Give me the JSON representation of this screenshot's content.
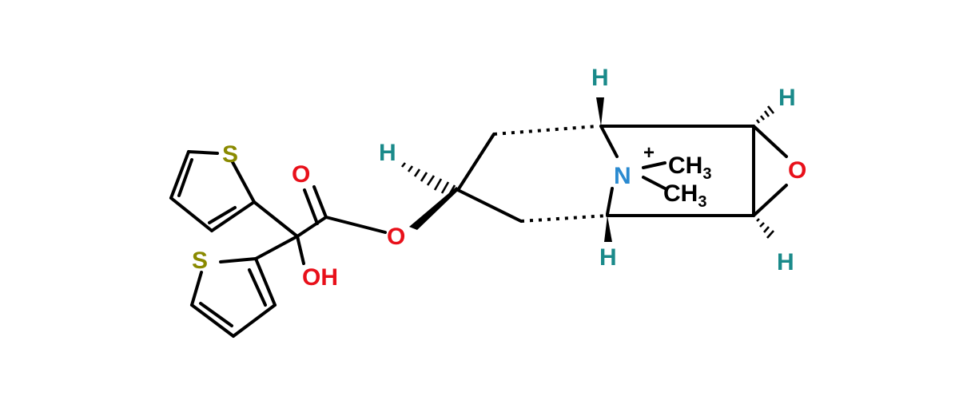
{
  "molecule": {
    "atoms": {
      "S_top": "S",
      "S_bottom": "S",
      "O_carbonyl": "O",
      "OH": "OH",
      "O_ester": "O",
      "O_epoxide": "O",
      "N": "N",
      "N_charge": "+",
      "CH3_a": "CH",
      "CH3_a_sub": "3",
      "CH3_b": "CH",
      "CH3_b_sub": "3",
      "H_c3": "H",
      "H_bridgehead_top": "H",
      "H_bridgehead_bottom": "H",
      "H_epox_top": "H",
      "H_epox_bottom": "H"
    },
    "colors": {
      "bond": "#000000",
      "oxygen": "#e8101a",
      "sulfur": "#8a8a00",
      "nitrogen": "#2a8ad0",
      "hydrogen": "#1a8a8a",
      "carbon_label": "#000000"
    }
  }
}
